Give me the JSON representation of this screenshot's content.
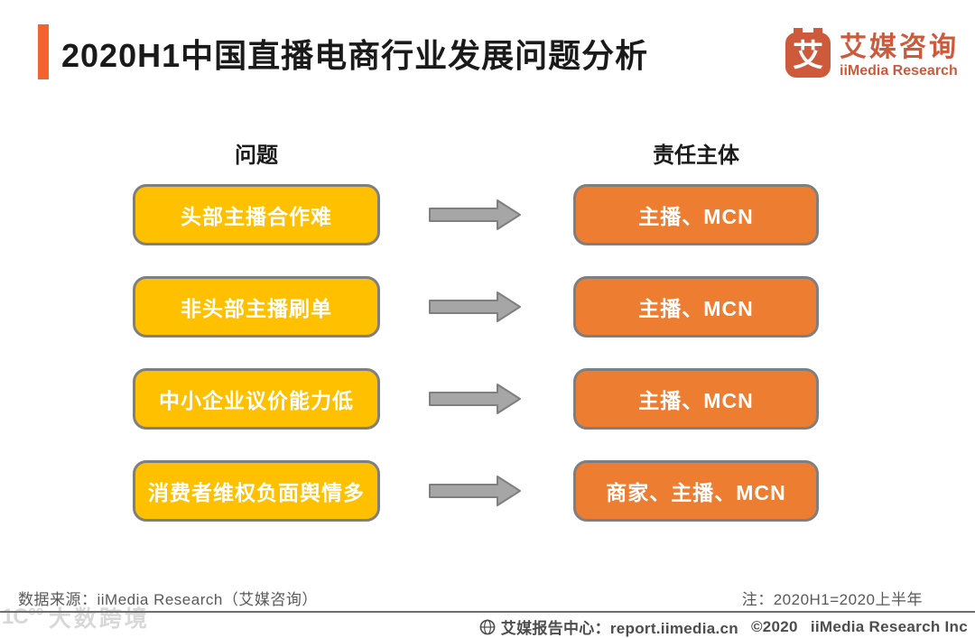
{
  "header": {
    "title": "2020H1中国直播电商行业发展问题分析",
    "logo": {
      "mark_glyph": "艾",
      "name_cn": "艾媒咨询",
      "name_en": "iiMedia Research"
    }
  },
  "diagram": {
    "left_column_header": "问题",
    "right_column_header": "责任主体",
    "rows": [
      {
        "problem": "头部主播合作难",
        "owner": "主播、MCN"
      },
      {
        "problem": "非头部主播刷单",
        "owner": "主播、MCN"
      },
      {
        "problem": "中小企业议价能力低",
        "owner": "主播、MCN"
      },
      {
        "problem": "消费者维权负面舆情多",
        "owner": "商家、主播、MCN"
      }
    ],
    "colors": {
      "problem_box_bg": "#FFC000",
      "owner_box_bg": "#ED7D31",
      "box_border": "#7F7F7F",
      "arrow_fill": "#A6A6A6",
      "arrow_border": "#7F7F7F",
      "accent_bar": "#F4622E",
      "logo_color": "#CE5A3C"
    }
  },
  "footer": {
    "source": "数据来源：iiMedia Research（艾媒咨询）",
    "note": "注：2020H1=2020上半年",
    "report_center": "艾媒报告中心：report.iimedia.cn",
    "copyright": "©2020",
    "company": "iiMedia Research  Inc",
    "watermark_logo": "1C°°",
    "watermark_text": "大数跨境"
  }
}
